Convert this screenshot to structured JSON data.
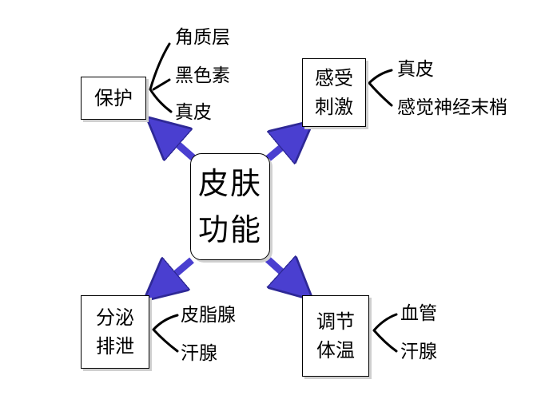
{
  "center": {
    "line1": "皮肤",
    "line2": "功能"
  },
  "protect": {
    "title": "保护",
    "items": [
      "角质层",
      "黑色素",
      "真皮"
    ]
  },
  "sense": {
    "title_line1": "感受",
    "title_line2": "刺激",
    "items": [
      "真皮",
      "感觉神经末梢"
    ]
  },
  "secrete": {
    "title_line1": "分泌",
    "title_line2": "排泄",
    "items": [
      "皮脂腺",
      "汗腺"
    ]
  },
  "regulate": {
    "title_line1": "调节",
    "title_line2": "体温",
    "items": [
      "血管",
      "汗腺"
    ]
  },
  "colors": {
    "arrow": "#4a3fd0",
    "arrow_edge": "#2e2896"
  }
}
